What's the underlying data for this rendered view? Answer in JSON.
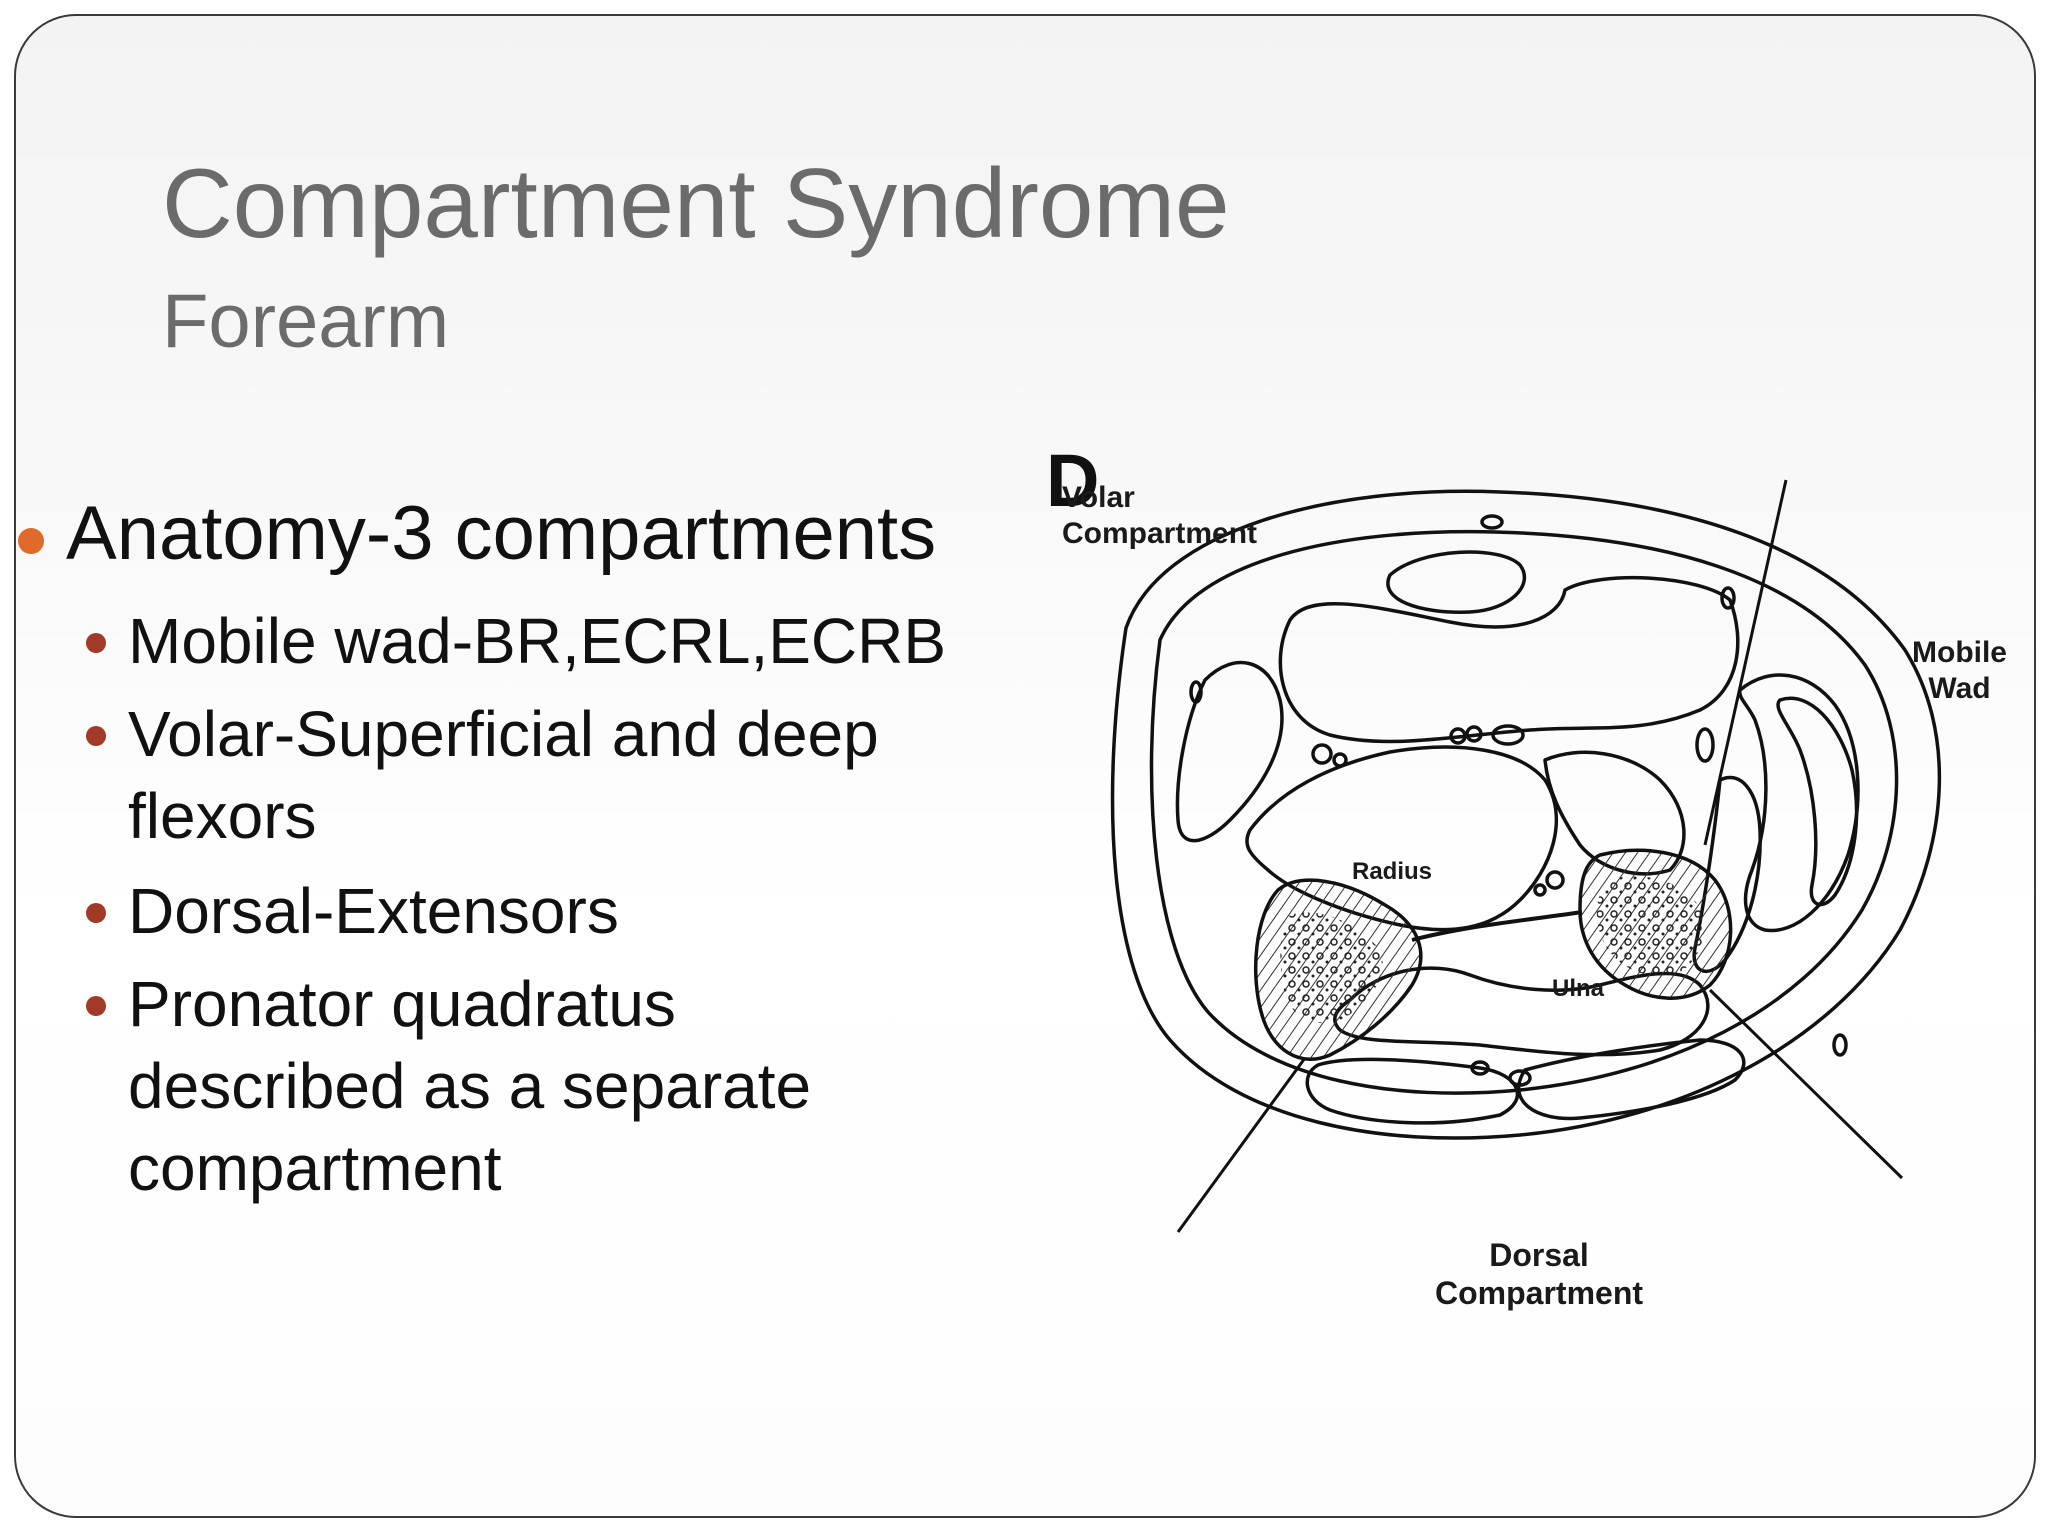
{
  "slide": {
    "title": "Compartment Syndrome",
    "subtitle": "Forearm",
    "main_bullet": "Anatomy-3 compartments",
    "sub_bullets": [
      "Mobile wad-BR,ECRL,ECRB",
      "Volar-Superficial and deep flexors",
      "Dorsal-Extensors",
      "Pronator quadratus described as a separate compartment"
    ]
  },
  "figure": {
    "panel_letter": "D",
    "labels": {
      "volar": "Volar\nCompartment",
      "mobile_wad": "Mobile\nWad",
      "radius": "Radius",
      "ulna": "Ulna",
      "dorsal": "Dorsal\nCompartment"
    }
  },
  "colors": {
    "title": "#6b6b6b",
    "main_bullet_dot": "#e06a2a",
    "sub_bullet_dot": "#a23a28",
    "diagram_line": "#111111"
  }
}
